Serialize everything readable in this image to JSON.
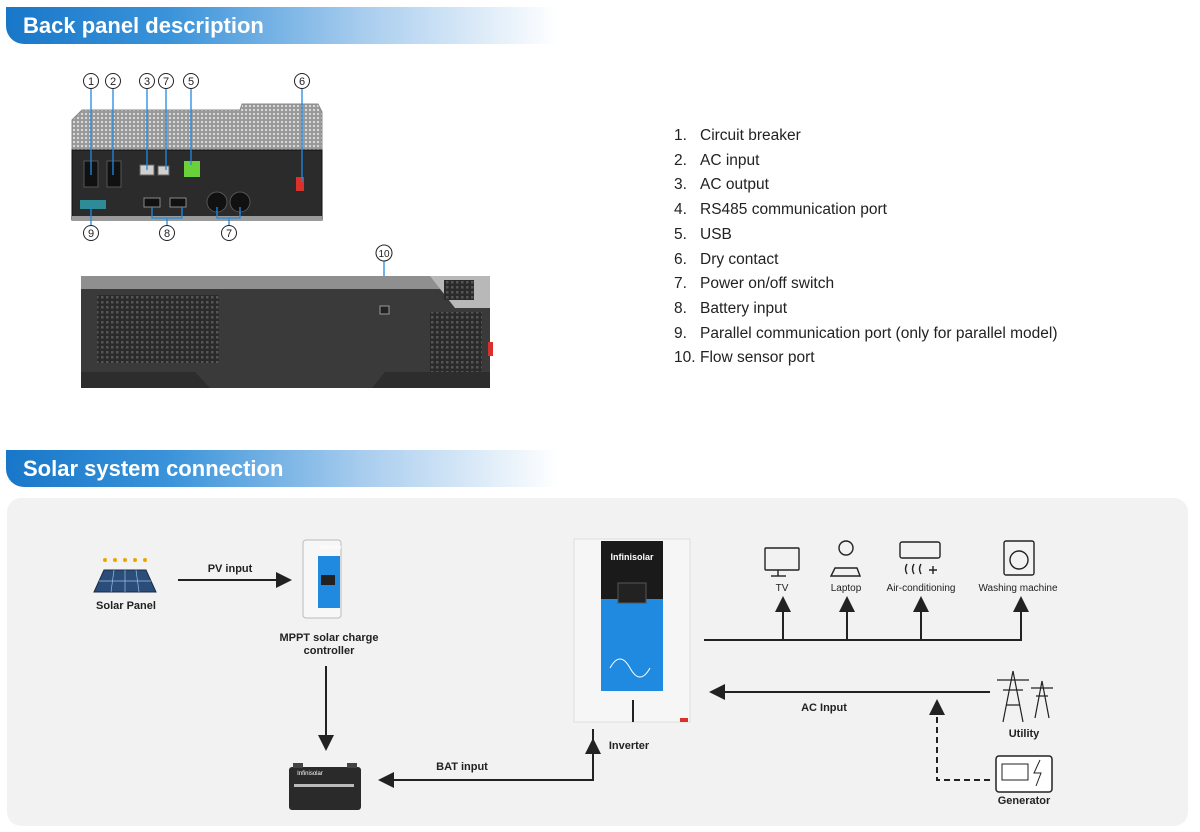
{
  "sections": {
    "back_panel_title": "Back panel description",
    "solar_title": "Solar system connection"
  },
  "callouts": [
    "1",
    "2",
    "3",
    "7",
    "5",
    "6",
    "9",
    "8",
    "7",
    "10"
  ],
  "spec_list": [
    {
      "num": "1.",
      "text": "Circuit breaker"
    },
    {
      "num": "2.",
      "text": "AC input"
    },
    {
      "num": "3.",
      "text": "AC output"
    },
    {
      "num": "4.",
      "text": "RS485 communication port"
    },
    {
      "num": "5.",
      "text": "USB"
    },
    {
      "num": "6.",
      "text": "Dry contact"
    },
    {
      "num": "7.",
      "text": "Power on/off switch"
    },
    {
      "num": "8.",
      "text": "Battery input"
    },
    {
      "num": "9.",
      "text": "Parallel communication port (only for parallel model)"
    },
    {
      "num": "10.",
      "text": "Flow sensor port"
    }
  ],
  "diagram": {
    "solar_panel": "Solar Panel",
    "pv_input": "PV input",
    "mppt_line1": "MPPT solar charge",
    "mppt_line2": "controller",
    "bat_input": "BAT input",
    "inverter": "Inverter",
    "ac_input": "AC Input",
    "utility": "Utility",
    "generator": "Generator",
    "loads": [
      "TV",
      "Laptop",
      "Air-conditioning",
      "Washing machine"
    ],
    "brand": "Infinisolar"
  },
  "colors": {
    "accent": "#1877c9",
    "screen_blue": "#1f8ae0",
    "switch_red": "#d9312b",
    "green_port": "#6bd13a"
  }
}
